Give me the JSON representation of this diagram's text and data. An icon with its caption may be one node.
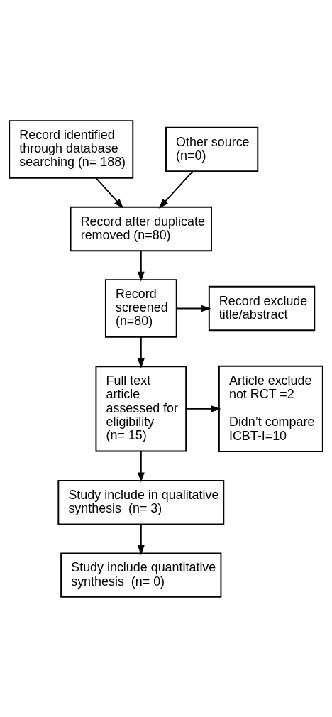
{
  "diagram": {
    "nodes": [
      {
        "text": [
          "Record identified through database searching (n= 188)"
        ]
      },
      {
        "text": [
          "Other source (n=0)"
        ]
      },
      {
        "text": [
          "Record after duplicate removed (n=80)"
        ]
      },
      {
        "text": [
          "Record screened (n=80)"
        ]
      },
      {
        "text": [
          "Record exclude title/abstract"
        ]
      },
      {
        "text": [
          "Full text article assessed for eligibility (n= 15)"
        ]
      },
      {
        "text": [
          "Article exclude not RCT =2",
          "Didn’t compare ICBT-I=10"
        ]
      },
      {
        "text": [
          "Study include in qualitative synthesis  (n= 3)"
        ]
      },
      {
        "text": [
          "Study include quantitative synthesis  (n= 0)"
        ]
      }
    ],
    "edges": [
      {
        "from": 0,
        "to": 2,
        "arrow": "to"
      },
      {
        "from": 1,
        "to": 2,
        "arrow": "to"
      },
      {
        "from": 2,
        "to": 3,
        "arrow": "to"
      },
      {
        "from": 3,
        "to": 4,
        "arrow": "to"
      },
      {
        "from": 3,
        "to": 5,
        "arrow": "to"
      },
      {
        "from": 5,
        "to": 6,
        "arrow": "to"
      },
      {
        "from": 5,
        "to": 7,
        "arrow": "to"
      },
      {
        "from": 7,
        "to": 8,
        "arrow": "to"
      }
    ]
  }
}
